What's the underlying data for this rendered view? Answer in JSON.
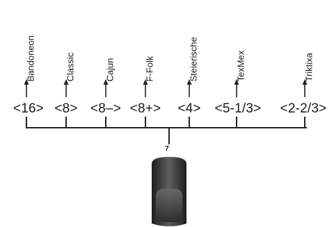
{
  "registers": [
    {
      "name": "Bandoneon",
      "code": "<16>"
    },
    {
      "name": "Classic",
      "code": "<8>"
    },
    {
      "name": "Cajun",
      "code": "<8–>"
    },
    {
      "name": "F-Folk",
      "code": "<8+>"
    },
    {
      "name": "Steierische",
      "code": "<4>"
    },
    {
      "name": "TexMex",
      "code": "<5-1/3>"
    },
    {
      "name": "Triktixa",
      "code": "<2-2/3>"
    }
  ],
  "knob": {
    "number": "7"
  },
  "colors": {
    "line": "#222222",
    "knob_dark": "#2b2b2b",
    "knob_light": "#6a6a6a"
  }
}
